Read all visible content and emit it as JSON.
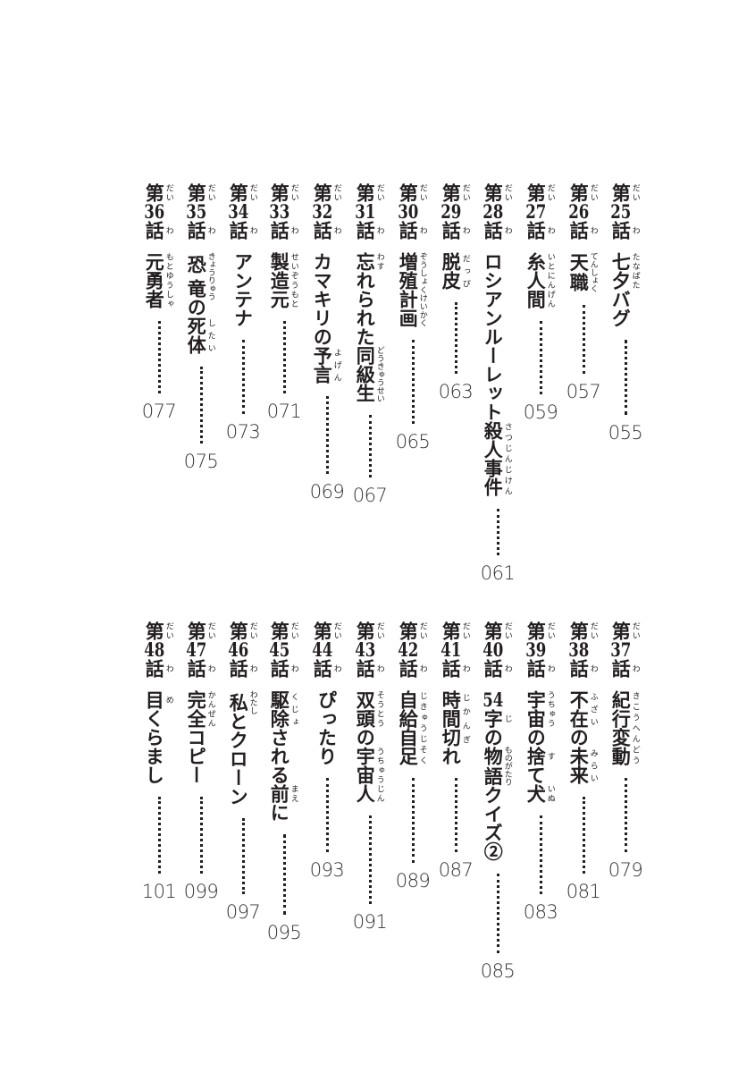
{
  "toc": {
    "ruby_dai": "だい",
    "ruby_wa": "わ",
    "dai": "第",
    "wa": "話",
    "entries": [
      {
        "num": "25",
        "title": [
          {
            "b": "七夕",
            "r": "たなばた"
          },
          {
            "b": "バグ"
          }
        ],
        "page": "055"
      },
      {
        "num": "26",
        "title": [
          {
            "b": "天職",
            "r": "てんしょく"
          }
        ],
        "page": "057"
      },
      {
        "num": "27",
        "title": [
          {
            "b": "糸人間",
            "r": "いとにんげん"
          }
        ],
        "page": "059"
      },
      {
        "num": "28",
        "title": [
          {
            "b": "ロシアンルーレット"
          },
          {
            "b": "殺人事件",
            "r": "さつじんじけん"
          }
        ],
        "page": "061"
      },
      {
        "num": "29",
        "title": [
          {
            "b": "脱皮",
            "r": "だっぴ"
          }
        ],
        "page": "063"
      },
      {
        "num": "30",
        "title": [
          {
            "b": "増殖計画",
            "r": "ぞうしょくけいかく"
          }
        ],
        "page": "065"
      },
      {
        "num": "31",
        "title": [
          {
            "b": "忘",
            "r": "わす"
          },
          {
            "b": "れられた"
          },
          {
            "b": "同級生",
            "r": "どうきゅうせい"
          }
        ],
        "page": "067"
      },
      {
        "num": "32",
        "title": [
          {
            "b": "カマキリの"
          },
          {
            "b": "予言",
            "r": "よげん"
          }
        ],
        "page": "069"
      },
      {
        "num": "33",
        "title": [
          {
            "b": "製造元",
            "r": "せいぞうもと"
          }
        ],
        "page": "071"
      },
      {
        "num": "34",
        "title": [
          {
            "b": "アンテナ"
          }
        ],
        "page": "073"
      },
      {
        "num": "35",
        "title": [
          {
            "b": "恐竜",
            "r": "きょうりゅう"
          },
          {
            "b": "の"
          },
          {
            "b": "死体",
            "r": "したい"
          }
        ],
        "page": "075"
      },
      {
        "num": "36",
        "title": [
          {
            "b": "元勇者",
            "r": "もとゆうしゃ"
          }
        ],
        "page": "077"
      },
      {
        "num": "37",
        "title": [
          {
            "b": "紀行変動",
            "r": "きこうへんどう"
          }
        ],
        "page": "079"
      },
      {
        "num": "38",
        "title": [
          {
            "b": "不在",
            "r": "ふざい"
          },
          {
            "b": "の"
          },
          {
            "b": "未来",
            "r": "みらい"
          }
        ],
        "page": "081"
      },
      {
        "num": "39",
        "title": [
          {
            "b": "宇宙",
            "r": "うちゅう"
          },
          {
            "b": "の"
          },
          {
            "b": "捨",
            "r": "す"
          },
          {
            "b": "て"
          },
          {
            "b": "犬",
            "r": "いぬ"
          }
        ],
        "page": "083"
      },
      {
        "num": "40",
        "title": [
          {
            "b": "54"
          },
          {
            "b": "字",
            "r": "じ"
          },
          {
            "b": "の"
          },
          {
            "b": "物語",
            "r": "ものがたり"
          },
          {
            "b": "クイズ②"
          }
        ],
        "page": "085"
      },
      {
        "num": "41",
        "title": [
          {
            "b": "時間切",
            "r": "じかんぎ"
          },
          {
            "b": "れ"
          }
        ],
        "page": "087"
      },
      {
        "num": "42",
        "title": [
          {
            "b": "自給自足",
            "r": "じきゅうじそく"
          }
        ],
        "page": "089"
      },
      {
        "num": "43",
        "title": [
          {
            "b": "双頭",
            "r": "そうとう"
          },
          {
            "b": "の"
          },
          {
            "b": "宇宙人",
            "r": "うちゅうじん"
          }
        ],
        "page": "091"
      },
      {
        "num": "44",
        "title": [
          {
            "b": "ぴったり"
          }
        ],
        "page": "093"
      },
      {
        "num": "45",
        "title": [
          {
            "b": "駆除",
            "r": "くじょ"
          },
          {
            "b": "される"
          },
          {
            "b": "前",
            "r": "まえ"
          },
          {
            "b": "に"
          }
        ],
        "page": "095"
      },
      {
        "num": "46",
        "title": [
          {
            "b": "私",
            "r": "わたし"
          },
          {
            "b": "とクローン"
          }
        ],
        "page": "097"
      },
      {
        "num": "47",
        "title": [
          {
            "b": "完全",
            "r": "かんぜん"
          },
          {
            "b": "コピー"
          }
        ],
        "page": "099"
      },
      {
        "num": "48",
        "title": [
          {
            "b": "目",
            "r": "め"
          },
          {
            "b": "くらまし"
          }
        ],
        "page": "101"
      }
    ]
  }
}
